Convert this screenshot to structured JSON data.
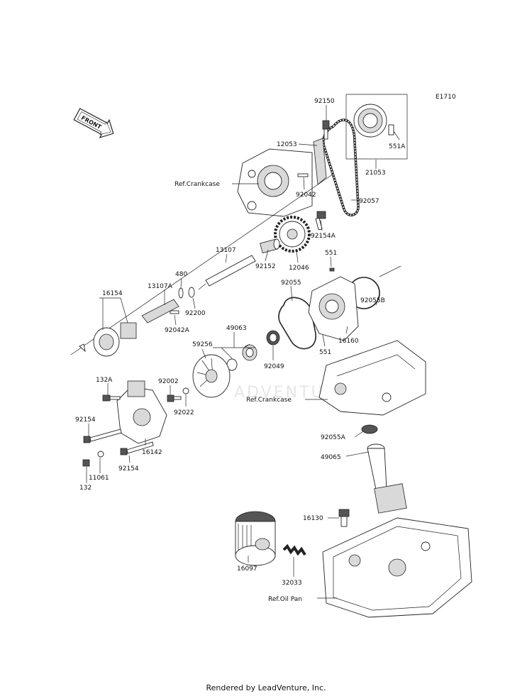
{
  "diagram_code": "E1710",
  "front_label": "FRONT",
  "footer": "Rendered by LeadVenture, Inc.",
  "watermark": "ADVENTU",
  "labels": [
    {
      "id": "l92150",
      "text": "92150"
    },
    {
      "id": "l12053",
      "text": "12053"
    },
    {
      "id": "l551A",
      "text": "551A"
    },
    {
      "id": "l21053",
      "text": "21053"
    },
    {
      "id": "lrefcc1",
      "text": "Ref.Crankcase"
    },
    {
      "id": "l92042",
      "text": "92042"
    },
    {
      "id": "l92057",
      "text": "92057"
    },
    {
      "id": "l92154A",
      "text": "92154A"
    },
    {
      "id": "l13107",
      "text": "13107"
    },
    {
      "id": "l92152",
      "text": "92152"
    },
    {
      "id": "l12046",
      "text": "12046"
    },
    {
      "id": "l551a",
      "text": "551"
    },
    {
      "id": "l480",
      "text": "480"
    },
    {
      "id": "l13107A",
      "text": "13107A"
    },
    {
      "id": "l16154",
      "text": "16154"
    },
    {
      "id": "l92200",
      "text": "92200"
    },
    {
      "id": "l92042A",
      "text": "92042A"
    },
    {
      "id": "l92055",
      "text": "92055"
    },
    {
      "id": "l92055B",
      "text": "92055B"
    },
    {
      "id": "l49063",
      "text": "49063"
    },
    {
      "id": "l59256",
      "text": "59256"
    },
    {
      "id": "l92049",
      "text": "92049"
    },
    {
      "id": "l551b",
      "text": "551"
    },
    {
      "id": "l16160",
      "text": "16160"
    },
    {
      "id": "l132A",
      "text": "132A"
    },
    {
      "id": "l92002",
      "text": "92002"
    },
    {
      "id": "l92022",
      "text": "92022"
    },
    {
      "id": "lrefcc2",
      "text": "Ref.Crankcase"
    },
    {
      "id": "l92154a",
      "text": "92154"
    },
    {
      "id": "l16142",
      "text": "16142"
    },
    {
      "id": "l92055A",
      "text": "92055A"
    },
    {
      "id": "l11061",
      "text": "11061"
    },
    {
      "id": "l92154b",
      "text": "92154"
    },
    {
      "id": "l132",
      "text": "132"
    },
    {
      "id": "l49065",
      "text": "49065"
    },
    {
      "id": "l16130",
      "text": "16130"
    },
    {
      "id": "l16097",
      "text": "16097"
    },
    {
      "id": "l32033",
      "text": "32033"
    },
    {
      "id": "lrefop",
      "text": "Ref.Oil Pan"
    }
  ]
}
